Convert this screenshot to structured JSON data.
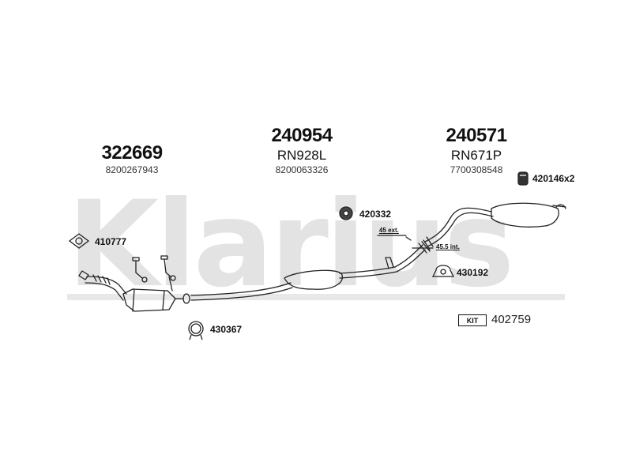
{
  "watermark": {
    "text": "Klarius"
  },
  "parts": [
    {
      "part": "322669",
      "ref": "8200267943"
    },
    {
      "part": "240954",
      "oe": "RN928L",
      "ref": "8200063326"
    },
    {
      "part": "240571",
      "oe": "RN671P",
      "ref": "7700308548"
    }
  ],
  "accessories": {
    "a420146": "420146x2",
    "a420332": "420332",
    "a410777": "410777",
    "a430192": "430192",
    "a430367": "430367"
  },
  "dims": {
    "ext": "45 ext.",
    "int": "45.5 int."
  },
  "kit": {
    "label": "KIT",
    "number": "402759"
  }
}
